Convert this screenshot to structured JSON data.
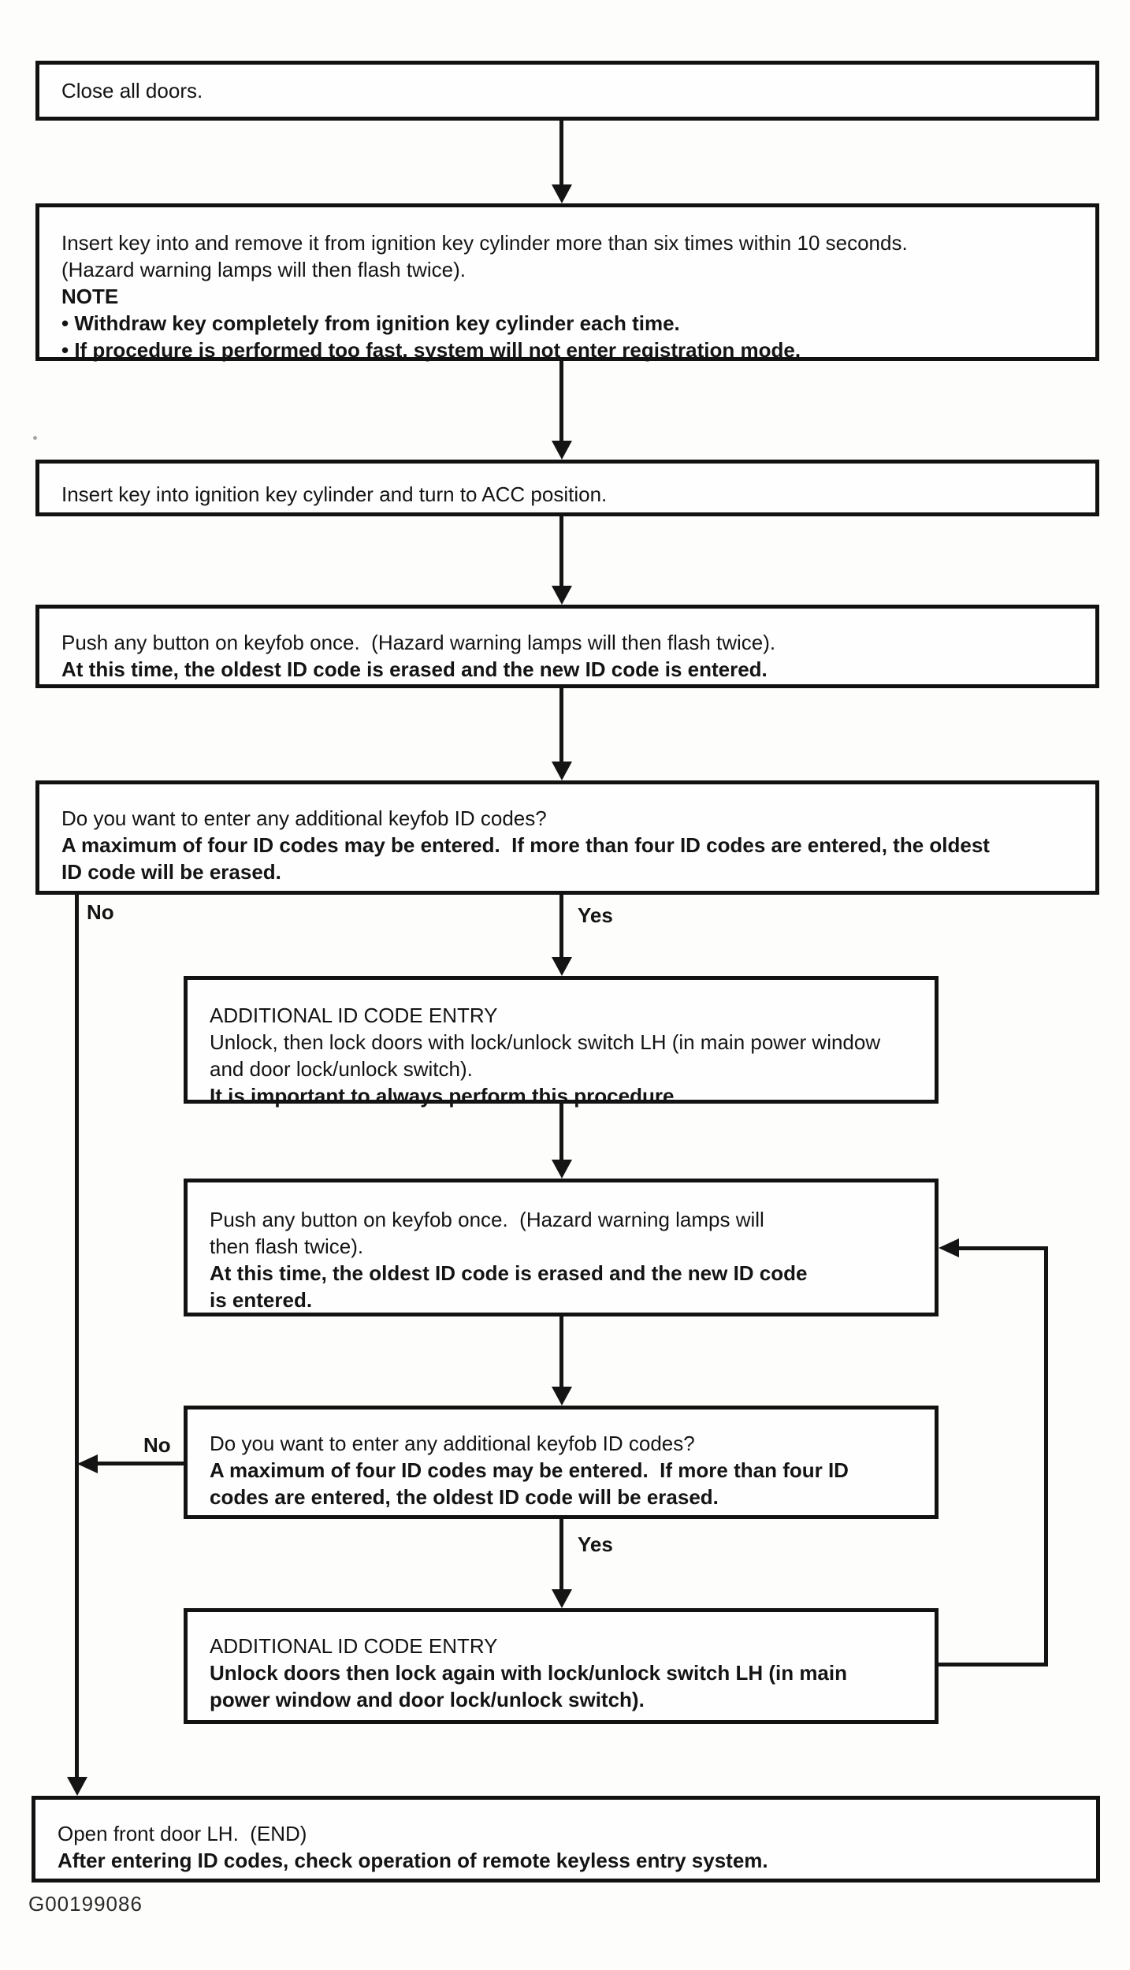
{
  "figure": {
    "code": "G00199086"
  },
  "labels": {
    "no_first": "No",
    "yes_first": "Yes",
    "no_second": "No",
    "yes_second": "Yes"
  },
  "boxes": {
    "close_doors": {
      "lines": [
        "Close all doors."
      ]
    },
    "insert_remove_key": {
      "lines": [
        "Insert key into and remove it from ignition key cylinder more than six times within 10 seconds.",
        "(Hazard warning lamps will then flash twice).",
        "NOTE",
        "• Withdraw key completely from ignition key cylinder each time.",
        "• If procedure is performed too fast, system will not enter registration mode."
      ]
    },
    "turn_to_acc": {
      "lines": [
        "Insert key into ignition key cylinder and turn to ACC position."
      ]
    },
    "push_button_first": {
      "lines": [
        "Push any button on keyfob once.  (Hazard warning lamps will then flash twice).",
        "At this time, the oldest ID code is erased and the new ID code is entered."
      ]
    },
    "additional_codes_question_first": {
      "lines": [
        "Do you want to enter any additional keyfob ID codes?",
        "A maximum of four ID codes may be entered.  If more than four ID codes are entered, the oldest",
        "ID code will be erased."
      ]
    },
    "additional_entry_first": {
      "lines": [
        "ADDITIONAL ID CODE ENTRY",
        "Unlock, then lock doors with lock/unlock switch LH (in main power window",
        "and door lock/unlock switch).",
        "It is important to always perform this procedure."
      ]
    },
    "push_button_second": {
      "lines": [
        "Push any button on keyfob once.  (Hazard warning lamps will",
        "then flash twice).",
        "At this time, the oldest ID code is erased and the new ID code",
        "is entered."
      ]
    },
    "additional_codes_question_second": {
      "lines": [
        "Do you want to enter any additional keyfob ID codes?",
        "A maximum of four ID codes may be entered.  If more than four ID",
        "codes are entered, the oldest ID code will be erased."
      ]
    },
    "additional_entry_second": {
      "lines": [
        "ADDITIONAL ID CODE ENTRY",
        "Unlock doors then lock again with lock/unlock switch LH (in main",
        "power window and door lock/unlock switch)."
      ]
    },
    "open_door_end": {
      "lines": [
        "Open front door LH.  (END)",
        "After entering ID codes, check operation of remote keyless entry system."
      ]
    }
  }
}
